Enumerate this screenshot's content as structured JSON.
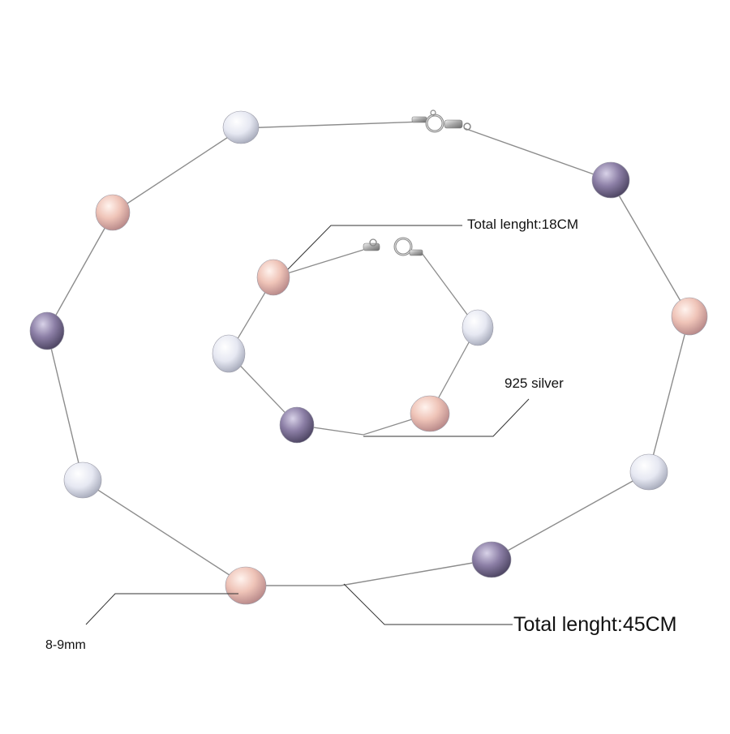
{
  "labels": {
    "bracelet_length": "Total lenght:18CM",
    "material": "925 silver",
    "necklace_length": "Total lenght:45CM",
    "pearl_size": "8-9mm"
  },
  "colors": {
    "background": "#ffffff",
    "chain": "#8c8c8c",
    "leader_line": "#333333",
    "pearl_white": "#eef0f6",
    "pearl_pink": "#f2c9bf",
    "pearl_purple": "#8f82a8"
  }
}
